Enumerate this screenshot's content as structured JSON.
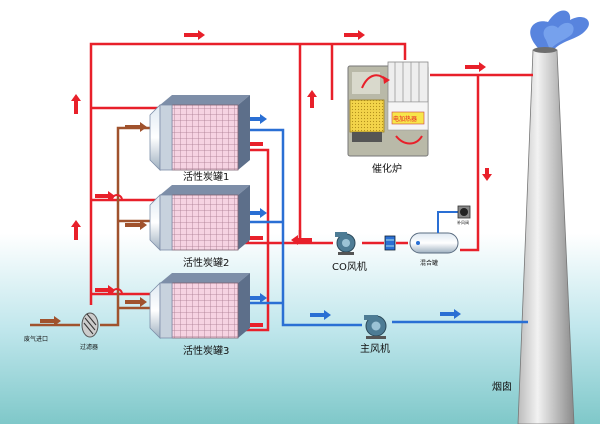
{
  "labels": {
    "tank1": "活性炭罐1",
    "tank2": "活性炭罐2",
    "tank3": "活性炭罐3",
    "catalytic_furnace": "催化炉",
    "electric_heater": "电加热器",
    "co_fan": "CO风机",
    "main_fan": "主风机",
    "chimney": "烟囱",
    "waste_gas_inlet": "废气进口",
    "filter": "过滤器",
    "mixing_tank": "混合罐",
    "valve": "补风阀"
  },
  "colors": {
    "hot_line": "#e8202a",
    "cold_line": "#2a6fd4",
    "waste_line": "#a0522d",
    "heater_text": "#e8202a"
  }
}
